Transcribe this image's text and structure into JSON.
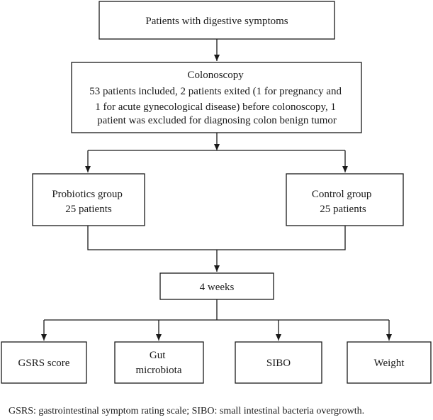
{
  "colors": {
    "stroke": "#1a1a1a",
    "background": "#ffffff"
  },
  "nodes": {
    "patients": {
      "lines": [
        "Patients with digestive symptoms"
      ]
    },
    "colonoscopy": {
      "lines": [
        "Colonoscopy",
        "53 patients included, 2 patients exited (1 for pregnancy and",
        "1 for acute gynecological disease) before colonoscopy, 1",
        "patient was excluded for diagnosing colon benign tumor"
      ]
    },
    "probiotics": {
      "lines": [
        "Probiotics group",
        "25 patients"
      ]
    },
    "control": {
      "lines": [
        "Control group",
        "25 patients"
      ]
    },
    "weeks": {
      "lines": [
        "4 weeks"
      ]
    },
    "gsrs": {
      "lines": [
        "GSRS score"
      ]
    },
    "gut": {
      "lines": [
        "Gut",
        "microbiota"
      ]
    },
    "sibo": {
      "lines": [
        "SIBO"
      ]
    },
    "weight": {
      "lines": [
        "Weight"
      ]
    }
  },
  "footnote": "GSRS: gastrointestinal symptom rating scale; SIBO: small intestinal bacteria overgrowth."
}
